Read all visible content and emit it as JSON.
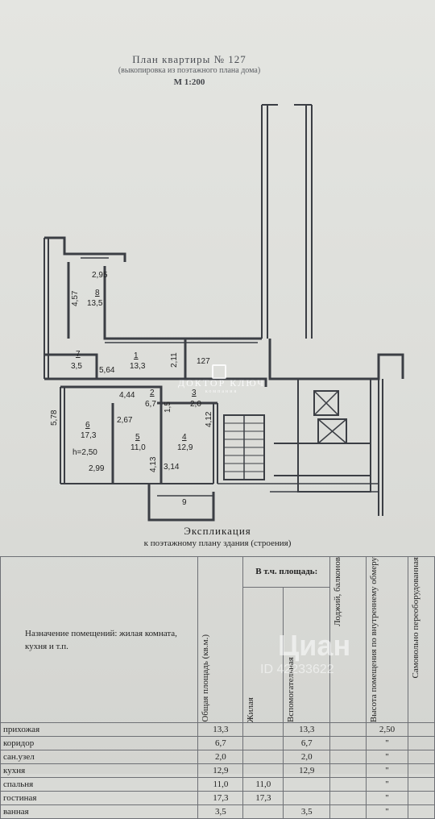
{
  "header": {
    "title": "План квартиры №  127",
    "subtitle": "(выкопировка из поэтажного плана дома)",
    "scale": "М 1:200"
  },
  "plan": {
    "dimensions": [
      "2,95",
      "4,57",
      "5,64",
      "2,11",
      "5,78",
      "4,44",
      "2,67",
      "4,13",
      "3,14",
      "4,12",
      "2,99"
    ],
    "rooms": [
      {
        "number": "8",
        "area": "13,5"
      },
      {
        "number": "7",
        "area": "3,5"
      },
      {
        "number": "1",
        "area": "13,3"
      },
      {
        "number": "2",
        "area": "6,7"
      },
      {
        "number": "3",
        "area": "2,0"
      },
      {
        "number": "6",
        "area": "17,3"
      },
      {
        "number": "5",
        "area": "11,0"
      },
      {
        "number": "4",
        "area": "12,9"
      },
      {
        "number": "9",
        "area": ""
      }
    ],
    "apartment_label": "127",
    "ceiling_height": "h=2,50",
    "stair_mark": "1,5"
  },
  "watermark": {
    "name": "ДОКТОР КЛЮЧ",
    "sub": "компания"
  },
  "watermark2": {
    "brand": "Циан",
    "id": "ID 42233622"
  },
  "explication": {
    "title": "Экспликация",
    "subtitle": "к поэтажному плану здания (строения)",
    "headers": {
      "purpose": "Назначение помещений: жилая комната, кухня и т.п.",
      "total": "Общая площадь (кв.м.)",
      "incl": "В т.ч. площадь:",
      "living": "Жилая",
      "aux": "Вспомогательная",
      "loggia": "Лоджий, балконов",
      "height": "Высота помещения по внутреннему обмеру",
      "self": "Самовольно переоборудованная"
    },
    "rows": [
      {
        "name": "прихожая",
        "total": "13,3",
        "living": "",
        "aux": "13,3",
        "height": "2,50"
      },
      {
        "name": "коридор",
        "total": "6,7",
        "living": "",
        "aux": "6,7",
        "height": "\""
      },
      {
        "name": "сан.узел",
        "total": "2,0",
        "living": "",
        "aux": "2,0",
        "height": "\""
      },
      {
        "name": "кухня",
        "total": "12,9",
        "living": "",
        "aux": "12,9",
        "height": "\""
      },
      {
        "name": "спальня",
        "total": "11,0",
        "living": "11,0",
        "aux": "",
        "height": "\""
      },
      {
        "name": "гостиная",
        "total": "17,3",
        "living": "17,3",
        "aux": "",
        "height": "\""
      },
      {
        "name": "ванная",
        "total": "3,5",
        "living": "",
        "aux": "3,5",
        "height": "\""
      }
    ]
  }
}
